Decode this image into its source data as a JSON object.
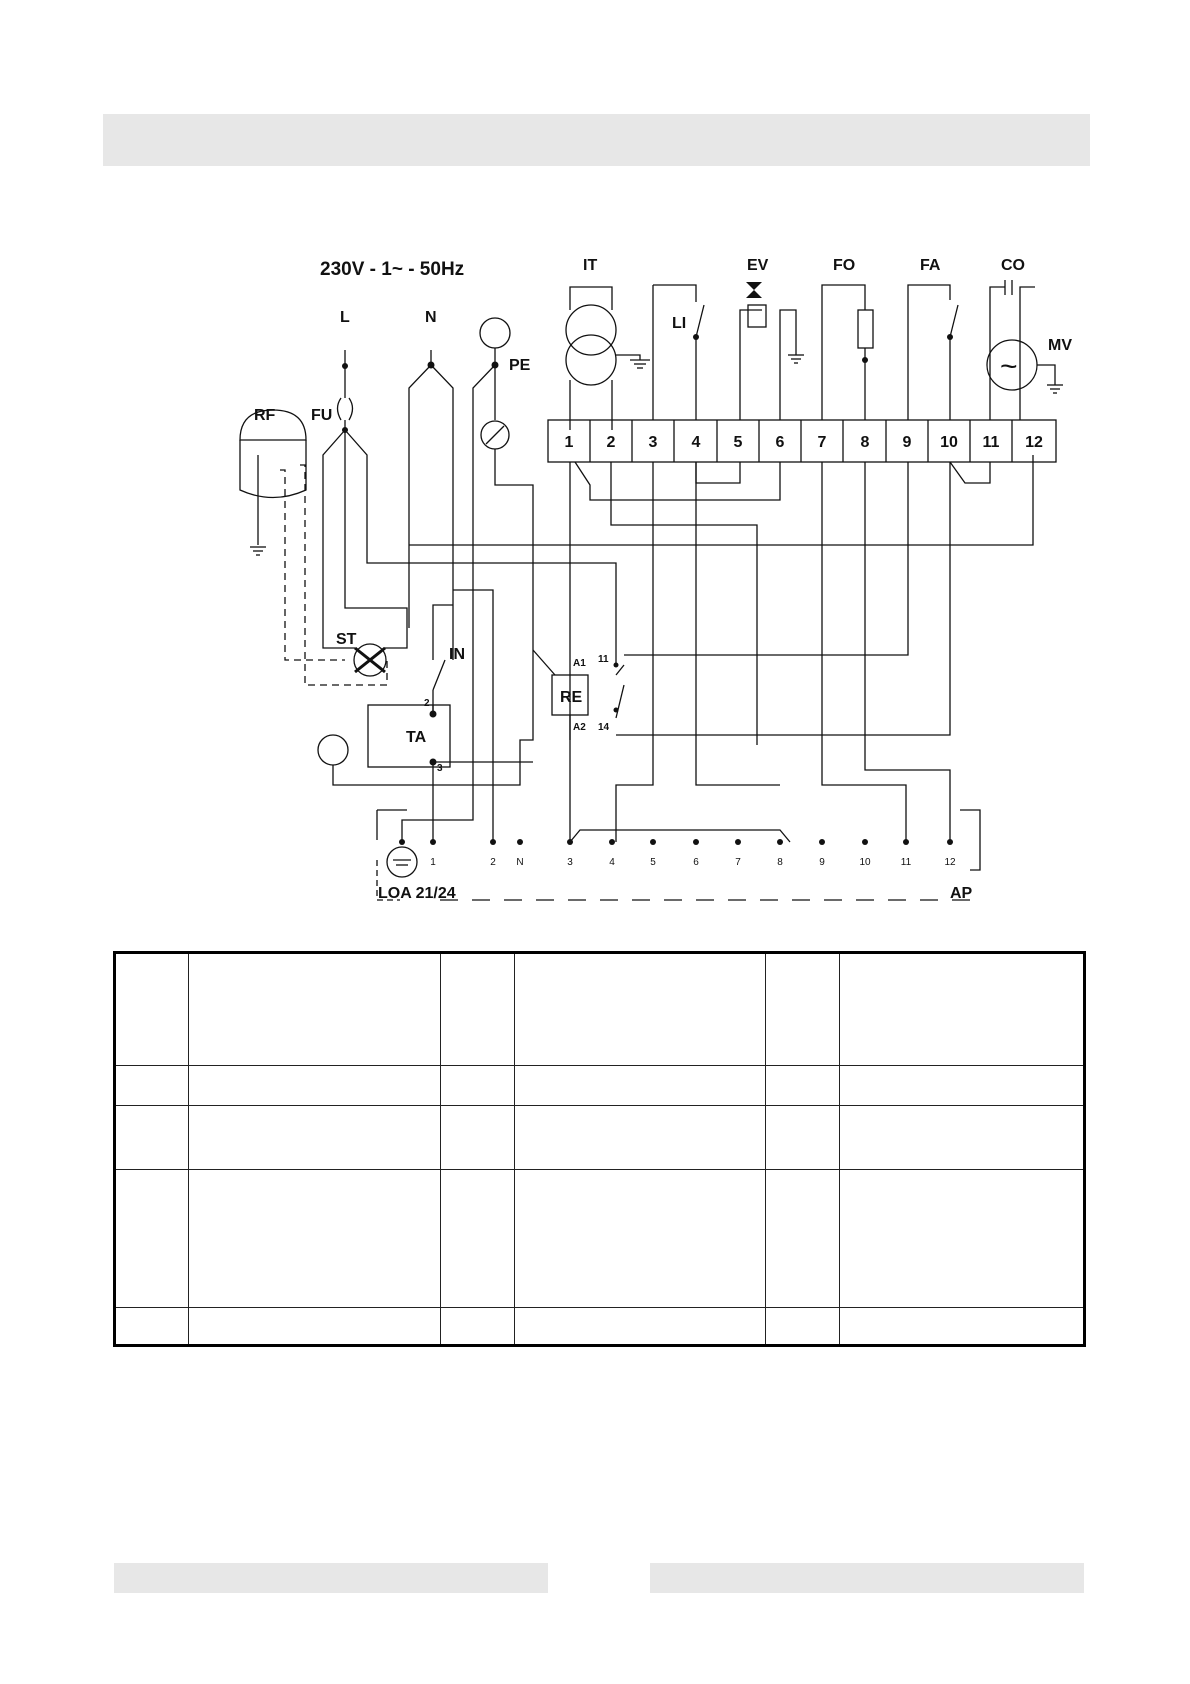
{
  "supply": {
    "label": "230V - 1~ - 50Hz",
    "line": "L",
    "neutral": "N",
    "earth": "PE"
  },
  "components": {
    "it": "IT",
    "li": "LI",
    "ev": "EV",
    "fo": "FO",
    "fa": "FA",
    "co": "CO",
    "mv": "MV",
    "rf": "RF",
    "fu": "FU",
    "st": "ST",
    "in": "IN",
    "ta": "TA",
    "re": "RE"
  },
  "terminal_block": [
    "1",
    "2",
    "3",
    "4",
    "5",
    "6",
    "7",
    "8",
    "9",
    "10",
    "11",
    "12"
  ],
  "relay": {
    "a1": "A1",
    "a2": "A2",
    "c11": "11",
    "c14": "14"
  },
  "thermostat": {
    "t2": "2",
    "t3": "3"
  },
  "control_box": {
    "terminals": [
      "1",
      "2",
      "N",
      "3",
      "4",
      "5",
      "6",
      "7",
      "8",
      "9",
      "10",
      "11",
      "12"
    ],
    "model": "LOA 21/24",
    "ap": "AP"
  },
  "legend_table": {
    "rows": 5,
    "cols": 6
  }
}
